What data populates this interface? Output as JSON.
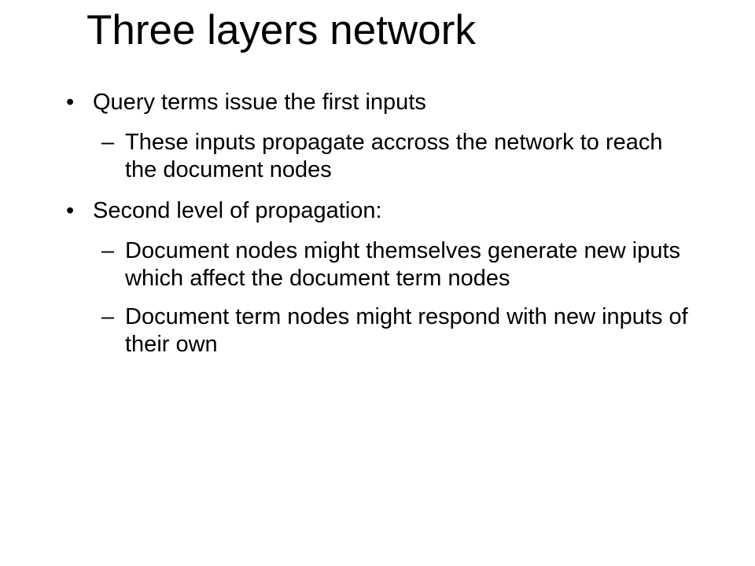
{
  "slide": {
    "title": "Three layers network",
    "bullets": [
      {
        "level": 1,
        "marker": "•",
        "text": "Query terms issue the first inputs"
      },
      {
        "level": 2,
        "marker": "–",
        "text": "These inputs propagate accross the network to reach the document nodes"
      },
      {
        "level": 1,
        "marker": "•",
        "text": "Second level of propagation:"
      },
      {
        "level": 2,
        "marker": "–",
        "text": "Document nodes might themselves generate new iputs which affect the document term nodes"
      },
      {
        "level": 2,
        "marker": "–",
        "text": "Document term nodes might respond with new inputs of their own"
      }
    ]
  }
}
